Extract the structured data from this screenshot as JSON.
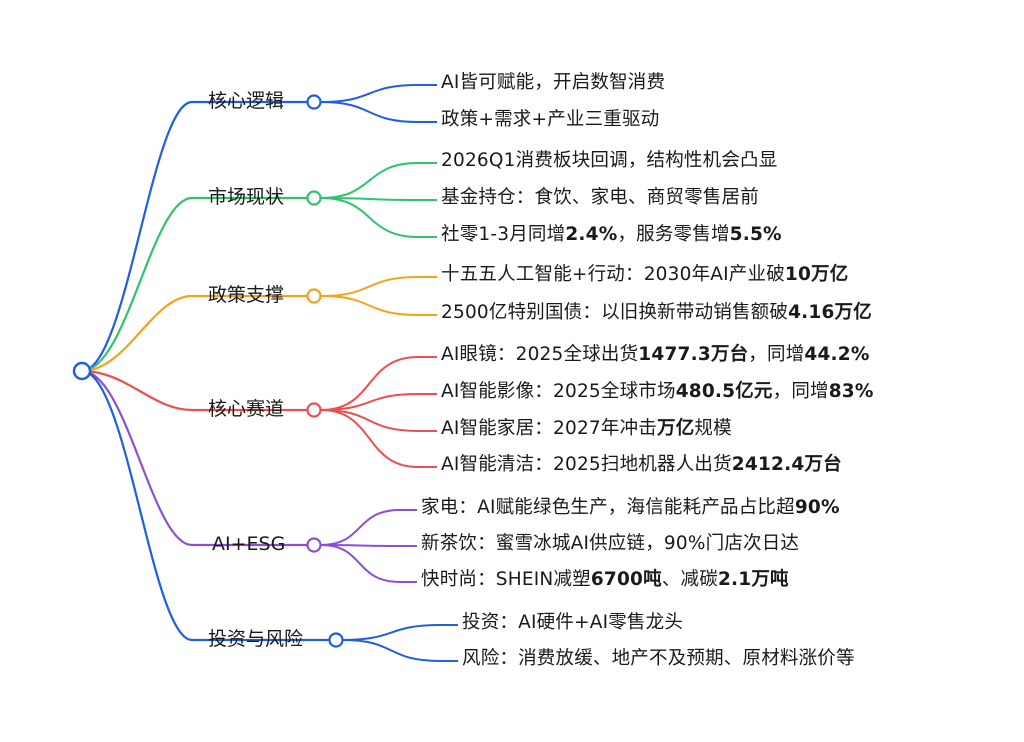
{
  "colors": {
    "blue": "#1f5fe0",
    "green": "#2ec46b",
    "orange": "#f5a21a",
    "red": "#eb4f4f",
    "purple": "#8a4fd6"
  },
  "branches": [
    {
      "label": "核心逻辑",
      "color": "blue",
      "leaves": [
        [
          {
            "t": "AI皆可赋能，开启数智消费"
          }
        ],
        [
          {
            "t": "政策+需求+产业三重驱动"
          }
        ]
      ]
    },
    {
      "label": "市场现状",
      "color": "green",
      "leaves": [
        [
          {
            "t": "2026Q1消费板块回调，结构性机会凸显"
          }
        ],
        [
          {
            "t": "基金持仓：食饮、家电、商贸零售居前"
          }
        ],
        [
          {
            "t": "社零1-3月同增"
          },
          {
            "t": "2.4%",
            "b": true
          },
          {
            "t": "，服务零售增"
          },
          {
            "t": "5.5%",
            "b": true
          }
        ]
      ]
    },
    {
      "label": "政策支撑",
      "color": "orange",
      "leaves": [
        [
          {
            "t": "十五五人工智能+行动：2030年AI产业破"
          },
          {
            "t": "10万亿",
            "b": true
          }
        ],
        [
          {
            "t": "2500亿特别国债：以旧换新带动销售额破"
          },
          {
            "t": "4.16万亿",
            "b": true
          }
        ]
      ]
    },
    {
      "label": "核心赛道",
      "color": "red",
      "leaves": [
        [
          {
            "t": "AI眼镜：2025全球出货"
          },
          {
            "t": "1477.3万台",
            "b": true
          },
          {
            "t": "，同增"
          },
          {
            "t": "44.2%",
            "b": true
          }
        ],
        [
          {
            "t": "AI智能影像：2025全球市场"
          },
          {
            "t": "480.5亿元",
            "b": true
          },
          {
            "t": "，同增"
          },
          {
            "t": "83%",
            "b": true
          }
        ],
        [
          {
            "t": "AI智能家居：2027年冲击"
          },
          {
            "t": "万亿",
            "b": true
          },
          {
            "t": "规模"
          }
        ],
        [
          {
            "t": "AI智能清洁：2025扫地机器人出货"
          },
          {
            "t": "2412.4万台",
            "b": true
          }
        ]
      ]
    },
    {
      "label": "AI+ESG",
      "color": "purple",
      "leaves": [
        [
          {
            "t": "家电：AI赋能绿色生产，海信能耗产品占比超"
          },
          {
            "t": "90%",
            "b": true
          }
        ],
        [
          {
            "t": "新茶饮：蜜雪冰城AI供应链，90%门店次日达"
          }
        ],
        [
          {
            "t": "快时尚：SHEIN减塑"
          },
          {
            "t": "6700吨",
            "b": true
          },
          {
            "t": "、减碳"
          },
          {
            "t": "2.1万吨",
            "b": true
          }
        ]
      ]
    },
    {
      "label": "投资与风险",
      "color": "blue",
      "leaves": [
        [
          {
            "t": "投资：AI硬件+AI零售龙头"
          }
        ],
        [
          {
            "t": "风险：消费放缓、地产不及预期、原材料涨价等"
          }
        ]
      ]
    }
  ]
}
